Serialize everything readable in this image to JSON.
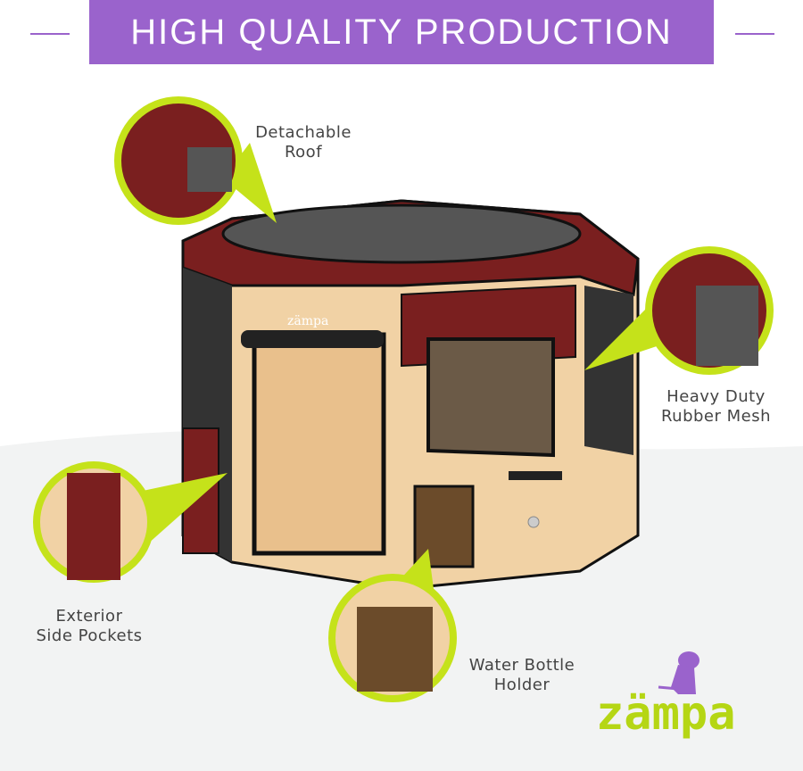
{
  "banner": {
    "title": "HIGH QUALITY PRODUCTION"
  },
  "callouts": [
    {
      "label": "Detachable Roof"
    },
    {
      "label": "Heavy Duty Rubber Mesh"
    },
    {
      "label": "Exterior Side Pockets"
    },
    {
      "label": "Water Bottle Holder"
    }
  ],
  "callout_lines": {
    "roof": [
      "Detachable",
      "Roof"
    ],
    "mesh": [
      "Heavy Duty",
      "Rubber Mesh"
    ],
    "pockets": [
      "Exterior",
      "Side Pockets"
    ],
    "bottle": [
      "Water Bottle",
      "Holder"
    ]
  },
  "product": {
    "brand_on_pen": "zämpa"
  },
  "logo": {
    "text": "zämpa"
  },
  "colors": {
    "banner": "#9a63cc",
    "accent": "#c5e21a",
    "logo_text": "#b5d614",
    "maroon": "#7a1f1f",
    "beige": "#f1d2a5",
    "background_lower": "#f2f3f3"
  }
}
